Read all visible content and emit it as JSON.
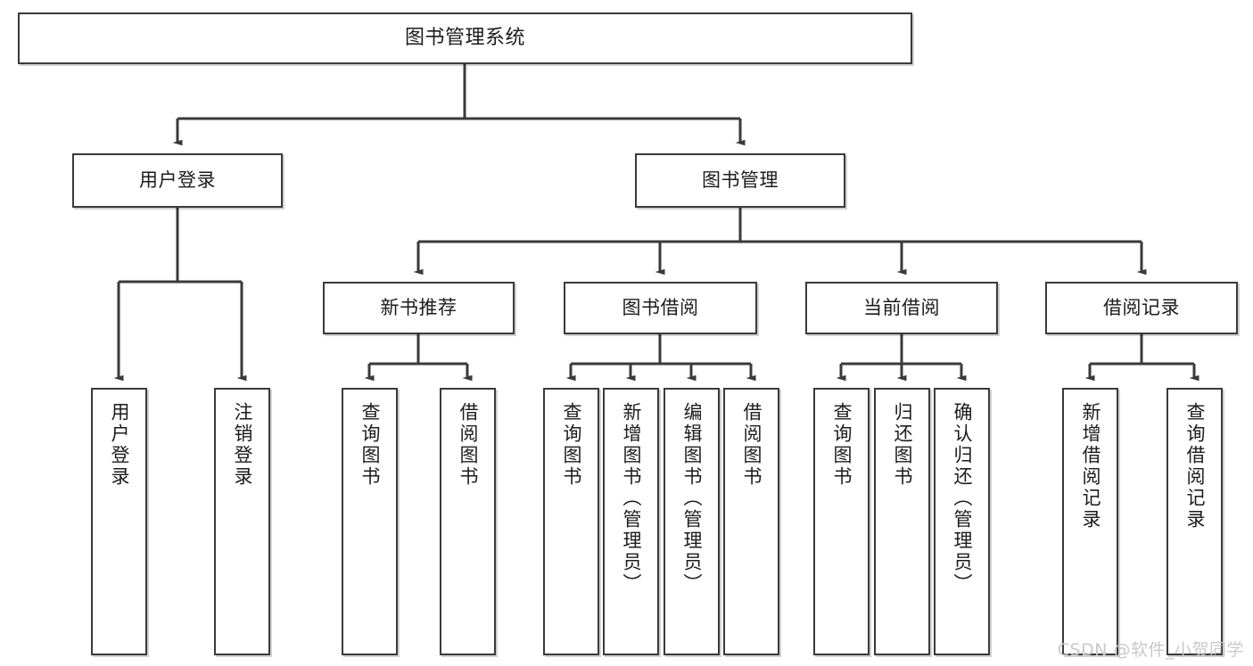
{
  "diagram": {
    "title": "图书管理系统",
    "type": "tree-hierarchy-chart",
    "watermark": "CSDN @软件_小贺同学",
    "colors": {
      "box_border": "#3a3a3a",
      "box_fill": "#ffffff",
      "connector": "#3a3a3a",
      "text": "#1c1c1c",
      "watermark": "#c9c9c9"
    },
    "root": {
      "label": "图书管理系统"
    },
    "level2": [
      {
        "label": "用户登录"
      },
      {
        "label": "图书管理"
      }
    ],
    "level3": [
      {
        "label": "新书推荐"
      },
      {
        "label": "图书借阅"
      },
      {
        "label": "当前借阅"
      },
      {
        "label": "借阅记录"
      }
    ],
    "leaves": {
      "user_login": [
        {
          "label": "用户登录"
        },
        {
          "label": "注销登录"
        }
      ],
      "new_book_recommend": [
        {
          "label": "查询图书"
        },
        {
          "label": "借阅图书"
        }
      ],
      "book_borrow": [
        {
          "label": "查询图书"
        },
        {
          "label": "新增图书（管理员）"
        },
        {
          "label": "编辑图书（管理员）"
        },
        {
          "label": "借阅图书"
        }
      ],
      "current_borrow": [
        {
          "label": "查询图书"
        },
        {
          "label": "归还图书"
        },
        {
          "label": "确认归还（管理员）"
        }
      ],
      "borrow_records": [
        {
          "label": "新增借阅记录"
        },
        {
          "label": "查询借阅记录"
        }
      ]
    }
  }
}
